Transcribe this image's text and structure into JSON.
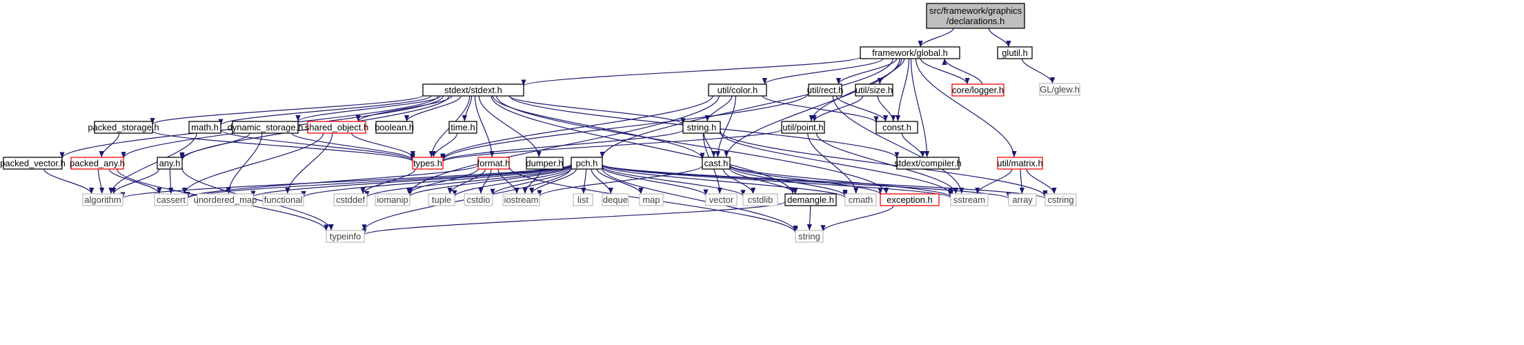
{
  "diagram": {
    "colors": {
      "edge": "#191970",
      "normal_border": "#000000",
      "truncated_border": "#ff0000",
      "std_border": "#bfbfbf",
      "root_fill": "#bfbfbf"
    },
    "nodes": [
      {
        "id": "root",
        "label": "src/framework/graphics\n/declarations.h",
        "kind": "root"
      },
      {
        "id": "global",
        "label": "framework/global.h",
        "kind": "normal"
      },
      {
        "id": "glutil",
        "label": "glutil.h",
        "kind": "normal"
      },
      {
        "id": "glew",
        "label": "GL/glew.h",
        "kind": "std"
      },
      {
        "id": "stdext",
        "label": "stdext/stdext.h",
        "kind": "normal"
      },
      {
        "id": "color",
        "label": "util/color.h",
        "kind": "normal"
      },
      {
        "id": "rect",
        "label": "util/rect.h",
        "kind": "normal"
      },
      {
        "id": "size",
        "label": "util/size.h",
        "kind": "normal"
      },
      {
        "id": "logger",
        "label": "core/logger.h",
        "kind": "truncated"
      },
      {
        "id": "packed_storage",
        "label": "packed_storage.h",
        "kind": "normal"
      },
      {
        "id": "math",
        "label": "math.h",
        "kind": "normal"
      },
      {
        "id": "dynamic_storage",
        "label": "dynamic_storage.h",
        "kind": "normal"
      },
      {
        "id": "shared_object",
        "label": "shared_object.h",
        "kind": "truncated"
      },
      {
        "id": "boolean",
        "label": "boolean.h",
        "kind": "normal"
      },
      {
        "id": "time",
        "label": "time.h",
        "kind": "normal"
      },
      {
        "id": "string_h",
        "label": "string.h",
        "kind": "normal"
      },
      {
        "id": "point",
        "label": "util/point.h",
        "kind": "normal"
      },
      {
        "id": "const",
        "label": "const.h",
        "kind": "normal"
      },
      {
        "id": "packed_vector",
        "label": "packed_vector.h",
        "kind": "normal"
      },
      {
        "id": "packed_any",
        "label": "packed_any.h",
        "kind": "truncated"
      },
      {
        "id": "any",
        "label": "any.h",
        "kind": "normal"
      },
      {
        "id": "types",
        "label": "types.h",
        "kind": "truncated"
      },
      {
        "id": "format",
        "label": "format.h",
        "kind": "truncated"
      },
      {
        "id": "dumper",
        "label": "dumper.h",
        "kind": "normal"
      },
      {
        "id": "pch",
        "label": "pch.h",
        "kind": "normal"
      },
      {
        "id": "cast",
        "label": "cast.h",
        "kind": "normal"
      },
      {
        "id": "compiler",
        "label": "stdext/compiler.h",
        "kind": "normal"
      },
      {
        "id": "matrix",
        "label": "util/matrix.h",
        "kind": "truncated"
      },
      {
        "id": "algorithm",
        "label": "algorithm",
        "kind": "std"
      },
      {
        "id": "cassert",
        "label": "cassert",
        "kind": "std"
      },
      {
        "id": "unordered_map",
        "label": "unordered_map",
        "kind": "std"
      },
      {
        "id": "functional",
        "label": "functional",
        "kind": "std"
      },
      {
        "id": "cstddef",
        "label": "cstddef",
        "kind": "std"
      },
      {
        "id": "iomanip",
        "label": "iomanip",
        "kind": "std"
      },
      {
        "id": "tuple",
        "label": "tuple",
        "kind": "std"
      },
      {
        "id": "cstdio",
        "label": "cstdio",
        "kind": "std"
      },
      {
        "id": "iostream",
        "label": "iostream",
        "kind": "std"
      },
      {
        "id": "list",
        "label": "list",
        "kind": "std"
      },
      {
        "id": "deque",
        "label": "deque",
        "kind": "std"
      },
      {
        "id": "map",
        "label": "map",
        "kind": "std"
      },
      {
        "id": "vector",
        "label": "vector",
        "kind": "std"
      },
      {
        "id": "cstdlib",
        "label": "cstdlib",
        "kind": "std"
      },
      {
        "id": "demangle",
        "label": "demangle.h",
        "kind": "normal"
      },
      {
        "id": "cmath",
        "label": "cmath",
        "kind": "std"
      },
      {
        "id": "exception",
        "label": "exception.h",
        "kind": "truncated"
      },
      {
        "id": "sstream",
        "label": "sstream",
        "kind": "std"
      },
      {
        "id": "array",
        "label": "array",
        "kind": "std"
      },
      {
        "id": "cstring",
        "label": "cstring",
        "kind": "std"
      },
      {
        "id": "typeinfo",
        "label": "typeinfo",
        "kind": "std"
      },
      {
        "id": "string",
        "label": "string",
        "kind": "std"
      }
    ],
    "edges": [
      [
        "root",
        "global"
      ],
      [
        "root",
        "glutil"
      ],
      [
        "glutil",
        "glew"
      ],
      [
        "global",
        "stdext"
      ],
      [
        "global",
        "color"
      ],
      [
        "global",
        "rect"
      ],
      [
        "global",
        "size"
      ],
      [
        "global",
        "logger"
      ],
      [
        "global",
        "point"
      ],
      [
        "global",
        "const"
      ],
      [
        "global",
        "compiler"
      ],
      [
        "global",
        "matrix"
      ],
      [
        "global",
        "pch"
      ],
      [
        "global",
        "cast"
      ],
      [
        "logger",
        "global"
      ],
      [
        "stdext",
        "packed_storage"
      ],
      [
        "stdext",
        "math"
      ],
      [
        "stdext",
        "dynamic_storage"
      ],
      [
        "stdext",
        "shared_object"
      ],
      [
        "stdext",
        "boolean"
      ],
      [
        "stdext",
        "time"
      ],
      [
        "stdext",
        "string_h"
      ],
      [
        "stdext",
        "packed_vector"
      ],
      [
        "stdext",
        "packed_any"
      ],
      [
        "stdext",
        "any"
      ],
      [
        "stdext",
        "types"
      ],
      [
        "stdext",
        "format"
      ],
      [
        "stdext",
        "dumper"
      ],
      [
        "stdext",
        "cast"
      ],
      [
        "stdext",
        "compiler"
      ],
      [
        "stdext",
        "exception"
      ],
      [
        "stdext",
        "demangle"
      ],
      [
        "color",
        "types"
      ],
      [
        "color",
        "string_h"
      ],
      [
        "color",
        "cast"
      ],
      [
        "color",
        "const"
      ],
      [
        "color",
        "iomanip"
      ],
      [
        "rect",
        "types"
      ],
      [
        "rect",
        "const"
      ],
      [
        "rect",
        "sstream"
      ],
      [
        "size",
        "const"
      ],
      [
        "size",
        "point"
      ],
      [
        "point",
        "types"
      ],
      [
        "point",
        "cmath"
      ],
      [
        "point",
        "sstream"
      ],
      [
        "const",
        "compiler"
      ],
      [
        "packed_storage",
        "packed_any"
      ],
      [
        "packed_storage",
        "types"
      ],
      [
        "math",
        "types"
      ],
      [
        "math",
        "algorithm"
      ],
      [
        "dynamic_storage",
        "types"
      ],
      [
        "dynamic_storage",
        "any"
      ],
      [
        "dynamic_storage",
        "unordered_map"
      ],
      [
        "shared_object",
        "types"
      ],
      [
        "shared_object",
        "cassert"
      ],
      [
        "shared_object",
        "functional"
      ],
      [
        "time",
        "types"
      ],
      [
        "string_h",
        "types"
      ],
      [
        "string_h",
        "cast"
      ],
      [
        "string_h",
        "vector"
      ],
      [
        "string_h",
        "cstring"
      ],
      [
        "string_h",
        "sstream"
      ],
      [
        "packed_vector",
        "algorithm"
      ],
      [
        "packed_any",
        "algorithm"
      ],
      [
        "packed_any",
        "cassert"
      ],
      [
        "packed_any",
        "typeinfo"
      ],
      [
        "any",
        "algorithm"
      ],
      [
        "any",
        "cassert"
      ],
      [
        "any",
        "typeinfo"
      ],
      [
        "types",
        "cstddef"
      ],
      [
        "format",
        "cassert"
      ],
      [
        "format",
        "tuple"
      ],
      [
        "format",
        "cstdio"
      ],
      [
        "format",
        "iostream"
      ],
      [
        "format",
        "iomanip"
      ],
      [
        "format",
        "string"
      ],
      [
        "dumper",
        "iostream"
      ],
      [
        "cast",
        "iostream"
      ],
      [
        "cast",
        "cstdlib"
      ],
      [
        "cast",
        "demangle"
      ],
      [
        "cast",
        "exception"
      ],
      [
        "cast",
        "sstream"
      ],
      [
        "cast",
        "cmath"
      ],
      [
        "pch",
        "algorithm"
      ],
      [
        "pch",
        "cassert"
      ],
      [
        "pch",
        "unordered_map"
      ],
      [
        "pch",
        "functional"
      ],
      [
        "pch",
        "cstddef"
      ],
      [
        "pch",
        "iomanip"
      ],
      [
        "pch",
        "tuple"
      ],
      [
        "pch",
        "cstdio"
      ],
      [
        "pch",
        "iostream"
      ],
      [
        "pch",
        "list"
      ],
      [
        "pch",
        "deque"
      ],
      [
        "pch",
        "map"
      ],
      [
        "pch",
        "vector"
      ],
      [
        "pch",
        "cstdlib"
      ],
      [
        "pch",
        "cmath"
      ],
      [
        "pch",
        "sstream"
      ],
      [
        "pch",
        "array"
      ],
      [
        "pch",
        "cstring"
      ],
      [
        "pch",
        "typeinfo"
      ],
      [
        "pch",
        "string"
      ],
      [
        "demangle",
        "typeinfo"
      ],
      [
        "demangle",
        "string"
      ],
      [
        "exception",
        "string"
      ],
      [
        "matrix",
        "sstream"
      ],
      [
        "matrix",
        "array"
      ],
      [
        "matrix",
        "cstring"
      ]
    ]
  }
}
